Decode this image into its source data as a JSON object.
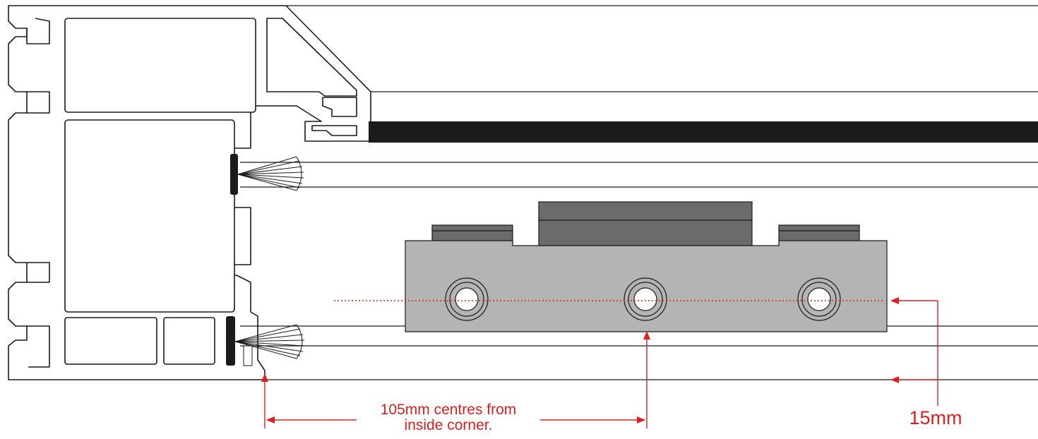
{
  "annotations": {
    "centres_line1": "105mm centres from",
    "centres_line2": "inside corner.",
    "offset": "15mm"
  },
  "colors": {
    "outline": "#1a1a1a",
    "dimension": "#e01e1e",
    "keep_body": "#b4b4b4",
    "keep_top": "#6b6b6b",
    "glass": "#1b1b1b"
  }
}
